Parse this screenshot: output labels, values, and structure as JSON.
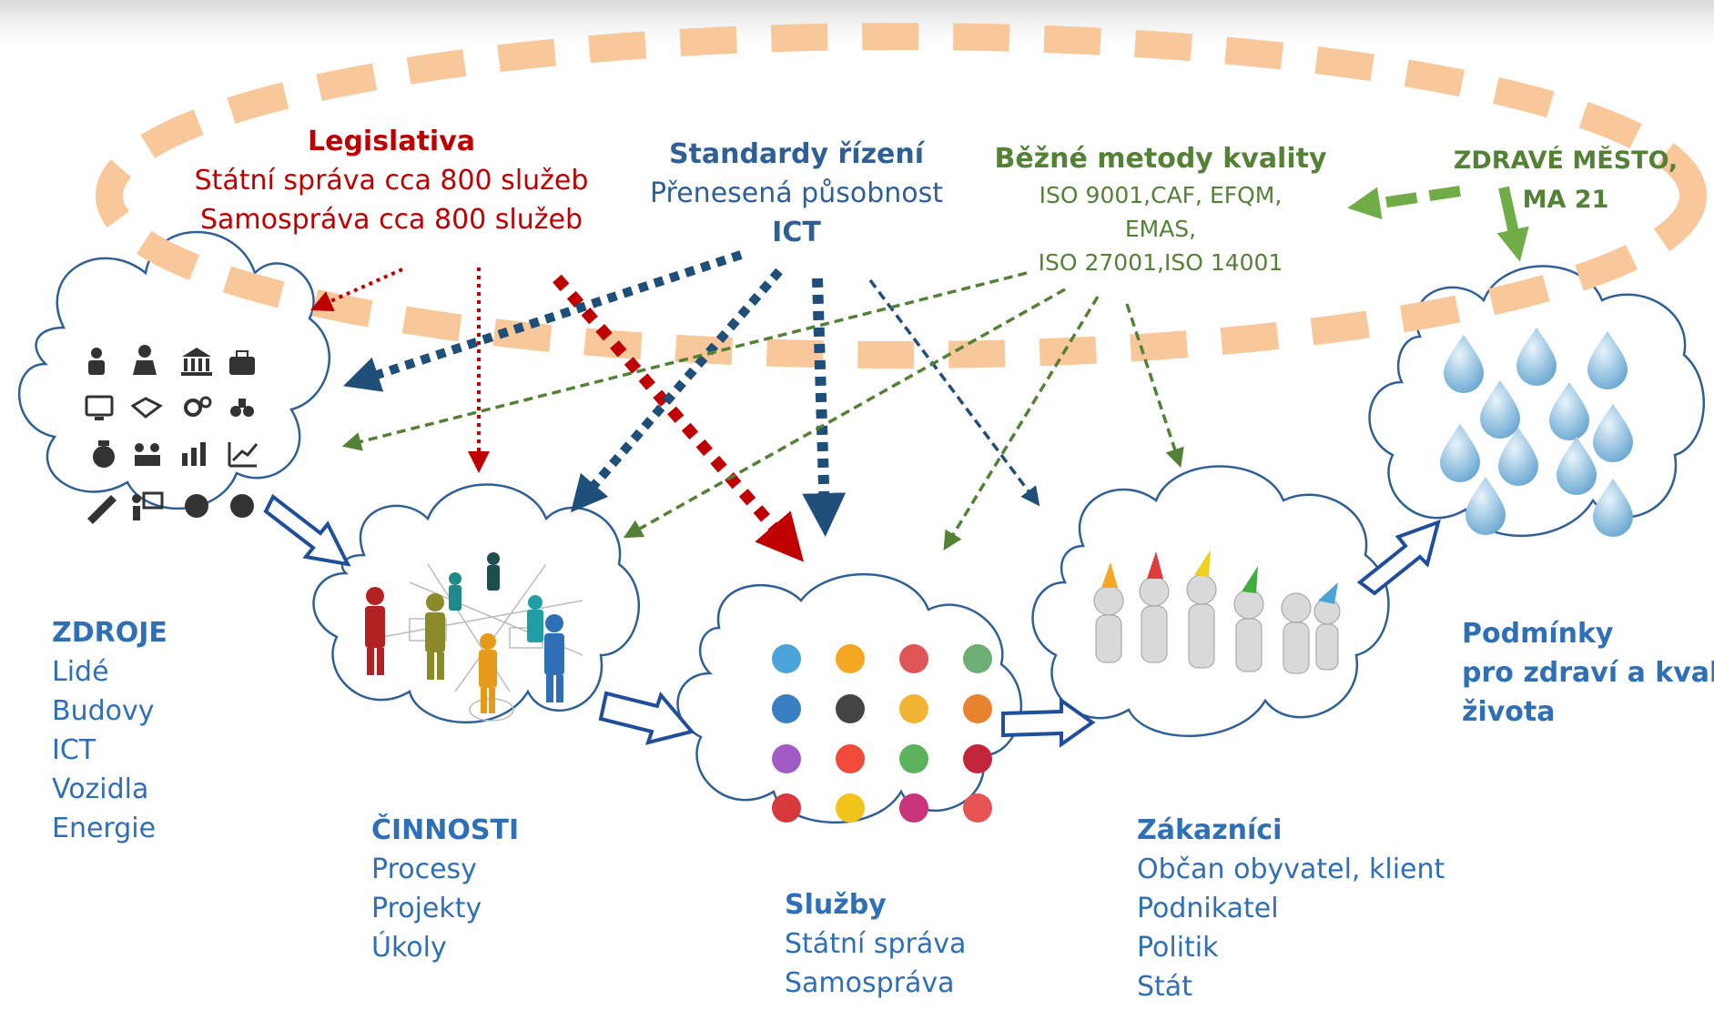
{
  "legislativa": {
    "title": "Legislativa",
    "line1": "Státní správa  cca 800 služeb",
    "line2": "Samospráva cca 800 služeb"
  },
  "standardy": {
    "title": "Standardy řízení",
    "line1": "Přenesená působnost",
    "line2": "ICT"
  },
  "metody": {
    "title": "Běžné metody kvality",
    "line1": "ISO 9001,CAF, EFQM,",
    "line2": "EMAS,",
    "line3": "ISO 27001,ISO 14001"
  },
  "zdrave_mesto": {
    "line1": "ZDRAVÉ MĚSTO,",
    "line2": "MA 21"
  },
  "zdroje": {
    "title": "ZDROJE",
    "items": [
      "Lidé",
      "Budovy",
      "ICT",
      "Vozidla",
      "Energie"
    ]
  },
  "cinnosti": {
    "title": "ČINNOSTI",
    "items": [
      "Procesy",
      "Projekty",
      "Úkoly"
    ]
  },
  "sluzby": {
    "title": "Služby",
    "items": [
      "Státní správa",
      "Samospráva"
    ]
  },
  "zakaznici": {
    "title": "Zákazníci",
    "items": [
      "Občan obyvatel, klient",
      "Podnikatel",
      "Politik",
      "Stát"
    ]
  },
  "podminky": {
    "line1": "Podmínky",
    "line2": "pro zdraví a kvalitu",
    "line3": "života"
  },
  "colors": {
    "legislativa": "#c00000",
    "standardy": "#1f4e79",
    "metody": "#538135",
    "outcomes": "#2f6fb5",
    "ellipse": "#f8c89a"
  }
}
